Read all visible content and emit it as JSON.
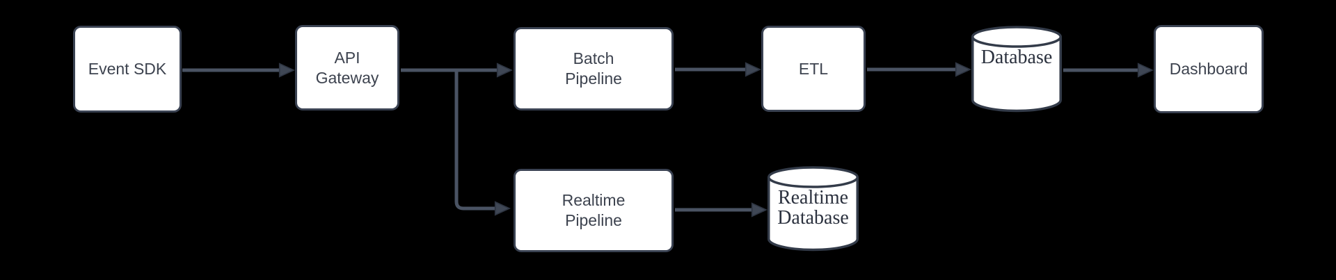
{
  "diagram": {
    "type": "flowchart",
    "background": "#000000",
    "palette": {
      "node_fill": "#ffffff",
      "node_border": "#3a4252",
      "node_text": "#3d434f",
      "cylinder_text": "#2b313e",
      "connector": "#4a5363",
      "arrowhead": "#3f4755"
    },
    "nodes": {
      "event_sdk": {
        "shape": "rectangle",
        "label": "Event SDK"
      },
      "api_gateway": {
        "shape": "rectangle",
        "lines": [
          "API",
          "Gateway"
        ]
      },
      "batch_pipeline": {
        "shape": "rectangle",
        "lines": [
          "Batch",
          "Pipeline"
        ]
      },
      "etl": {
        "shape": "rectangle",
        "label": "ETL"
      },
      "database": {
        "shape": "cylinder",
        "label": "Database"
      },
      "dashboard": {
        "shape": "rectangle",
        "label": "Dashboard"
      },
      "realtime_pipeline": {
        "shape": "rectangle",
        "lines": [
          "Realtime",
          "Pipeline"
        ]
      },
      "realtime_database": {
        "shape": "cylinder",
        "lines": [
          "Realtime",
          "Database"
        ]
      }
    },
    "edges": [
      {
        "from": "Event SDK",
        "to": "API Gateway"
      },
      {
        "from": "API Gateway",
        "to": "Batch Pipeline"
      },
      {
        "from": "API Gateway",
        "to": "Realtime Pipeline"
      },
      {
        "from": "Batch Pipeline",
        "to": "ETL"
      },
      {
        "from": "ETL",
        "to": "Database"
      },
      {
        "from": "Database",
        "to": "Dashboard"
      },
      {
        "from": "Realtime Pipeline",
        "to": "Realtime Database"
      }
    ]
  }
}
